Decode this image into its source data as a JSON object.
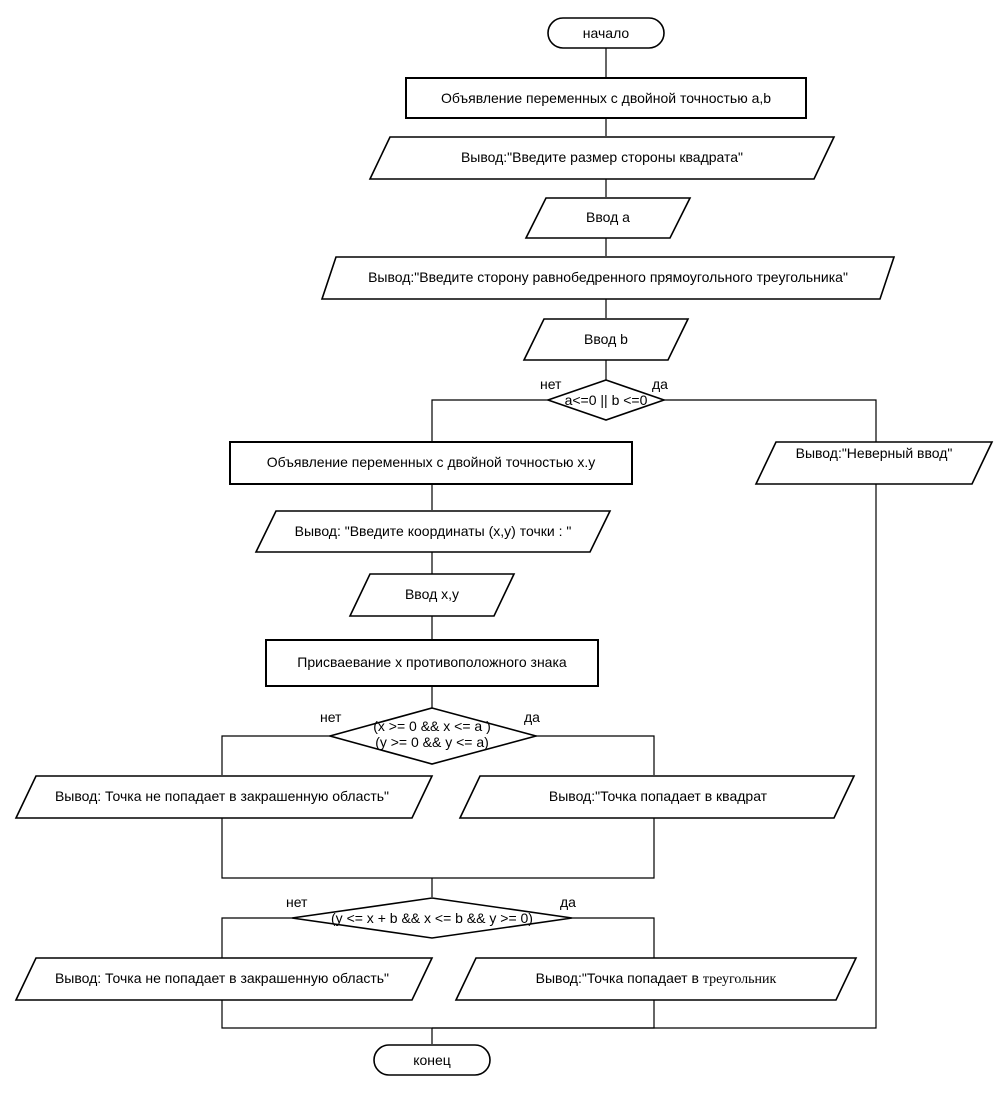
{
  "flowchart": {
    "start": "начало",
    "end": "конец",
    "decl_ab": "Объявление переменных с двойной точностью a,b",
    "out_square": "Вывод:\"Введите размер стороны квадрата\"",
    "in_a": "Ввод a",
    "out_triangle": "Вывод:\"Введите сторону равнобедренного прямоугольного треугольника\"",
    "in_b": "Ввод b",
    "cond1": "a<=0 || b <=0",
    "cond1_no": "нет",
    "cond1_yes": "да",
    "out_invalid": "Вывод:\"Неверный ввод\"",
    "decl_xy": "Объявление переменных с двойной точностью x.y",
    "out_coords": "Вывод: \"Введите координаты (x,y) точки : \"",
    "in_xy": "Ввод x,y",
    "assign_x": "Присваевание x противоположного знака",
    "cond2_line1": "(x >= 0 && x <= a )",
    "cond2_line2": "(y >= 0 && y <= a)",
    "cond2_no": "нет",
    "cond2_yes": "да",
    "out_not_in_1": "Вывод: Точка не попадает в закрашенную область\"",
    "out_in_square": "Вывод:\"Точка попадает в квадрат",
    "cond3": "(y <= x + b && x <= b && y >= 0)",
    "cond3_no": "нет",
    "cond3_yes": "да",
    "out_not_in_2": "Вывод: Точка не попадает в закрашенную область\"",
    "out_in_triangle_prefix": "Вывод:\"Точка попадает в ",
    "out_in_triangle_word": "треугольник"
  }
}
